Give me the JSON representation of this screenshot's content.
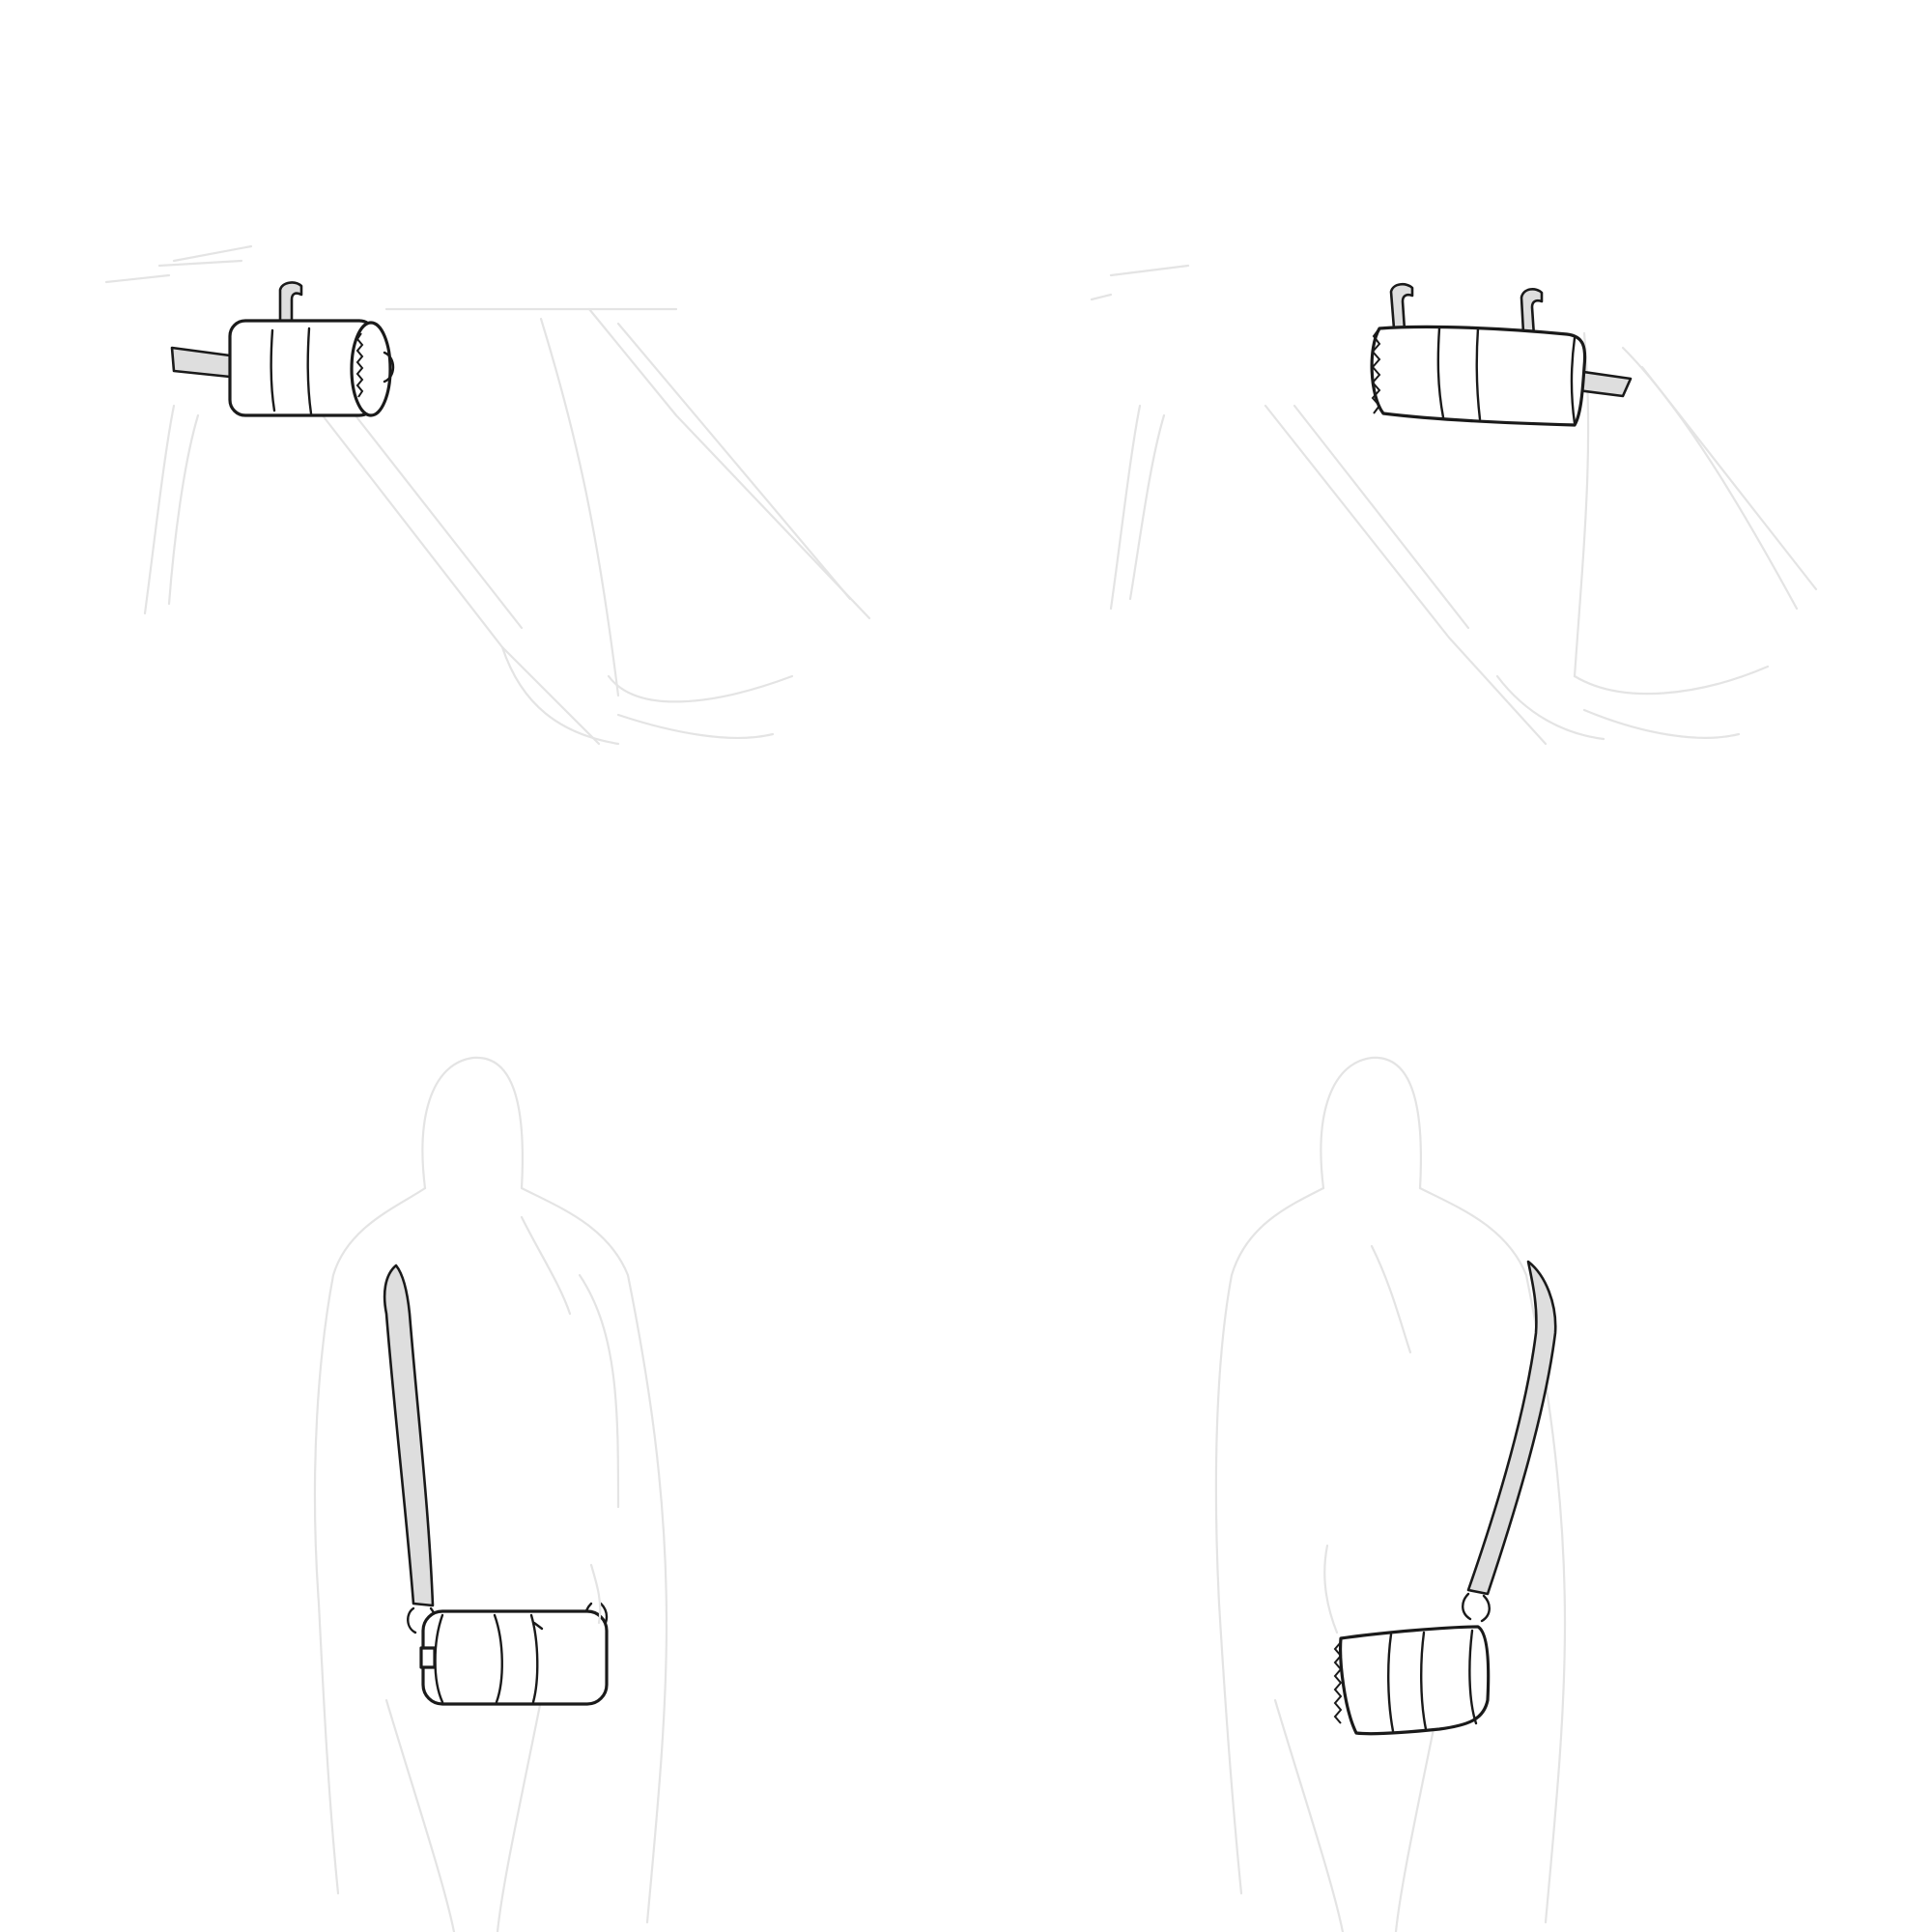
{
  "illustration": {
    "views": [
      {
        "id": "bike-mounted-side-a",
        "mount": "handlebar"
      },
      {
        "id": "bike-mounted-side-b",
        "mount": "handlebar"
      },
      {
        "id": "worn-crossbody-front",
        "mount": "shoulder-strap"
      },
      {
        "id": "worn-crossbody-back",
        "mount": "shoulder-strap"
      }
    ]
  },
  "colors": {
    "background": "#ffffff",
    "ink": "#1a1a1a",
    "ghost_outline": "#e4e4e4",
    "strap_fill": "#dedede"
  }
}
